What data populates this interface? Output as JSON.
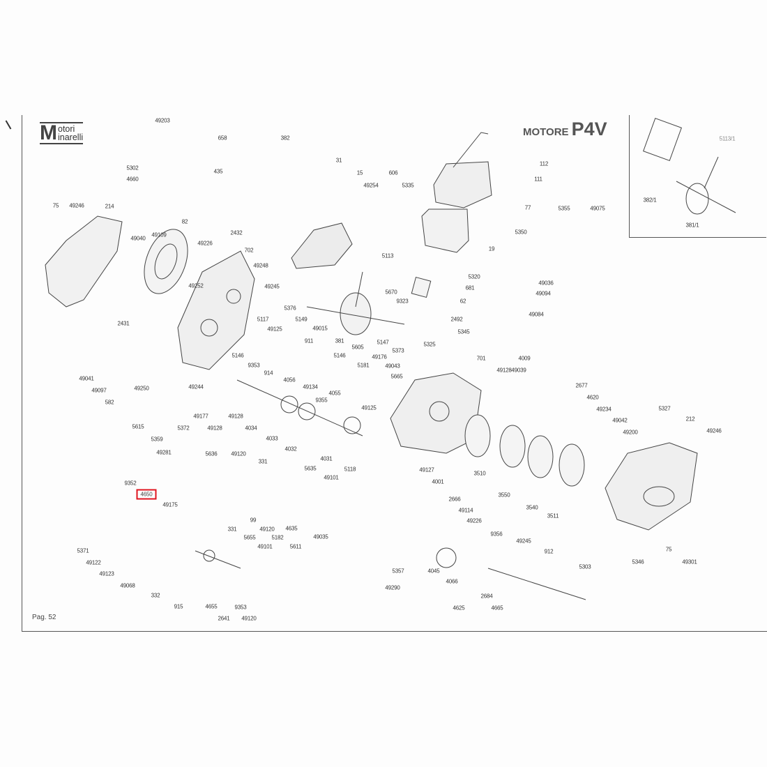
{
  "header": {
    "brand_line1": "otori",
    "brand_line2": "inarelli",
    "brand_initial": "M",
    "title_prefix": "MOTORE",
    "title_model": "P4V"
  },
  "footer": {
    "page": "Pag. 52"
  },
  "highlight": {
    "label": "4650",
    "color": "#e0141e"
  },
  "parts": {
    "labels": [
      "49203",
      "658",
      "435",
      "5302",
      "4660",
      "382",
      "31",
      "15",
      "49254",
      "606",
      "5335",
      "112",
      "111",
      "77",
      "5350",
      "19",
      "5355",
      "49075",
      "75",
      "49246",
      "214",
      "82",
      "49040",
      "49109",
      "49226",
      "2432",
      "702",
      "49248",
      "49252",
      "49245",
      "5113",
      "5670",
      "9323",
      "5320",
      "681",
      "62",
      "49036",
      "49094",
      "49084",
      "5376",
      "5149",
      "49015",
      "5117",
      "49125",
      "2431",
      "381",
      "911",
      "5147",
      "5373",
      "2492",
      "5345",
      "5325",
      "701",
      "5605",
      "5146",
      "5146",
      "49176",
      "5181",
      "49043",
      "5665",
      "9353",
      "914",
      "49041",
      "49097",
      "582",
      "49250",
      "49244",
      "4056",
      "49134",
      "4055",
      "9355",
      "49128",
      "4009",
      "49039",
      "2677",
      "4620",
      "49234",
      "49042",
      "5327",
      "212",
      "49200",
      "49246",
      "49125",
      "49177",
      "49128",
      "5372",
      "49128",
      "4034",
      "4033",
      "4032",
      "4031",
      "5118",
      "5615",
      "5359",
      "49281",
      "5636",
      "49120",
      "331",
      "5635",
      "49101",
      "9352",
      "4650",
      "49175",
      "99",
      "331",
      "49120",
      "4635",
      "5182",
      "5655",
      "5611",
      "49035",
      "49101",
      "5371",
      "49122",
      "49123",
      "49068",
      "332",
      "915",
      "4655",
      "9353",
      "2641",
      "49120",
      "49127",
      "4001",
      "3510",
      "2666",
      "49114",
      "49226",
      "3550",
      "3540",
      "3511",
      "9356",
      "49245",
      "912",
      "4045",
      "4066",
      "5357",
      "49290",
      "2684",
      "4625",
      "4665",
      "5303",
      "5346",
      "75",
      "49301"
    ]
  },
  "inset": {
    "labels": [
      "5113/1",
      "382/1",
      "381/1"
    ]
  }
}
